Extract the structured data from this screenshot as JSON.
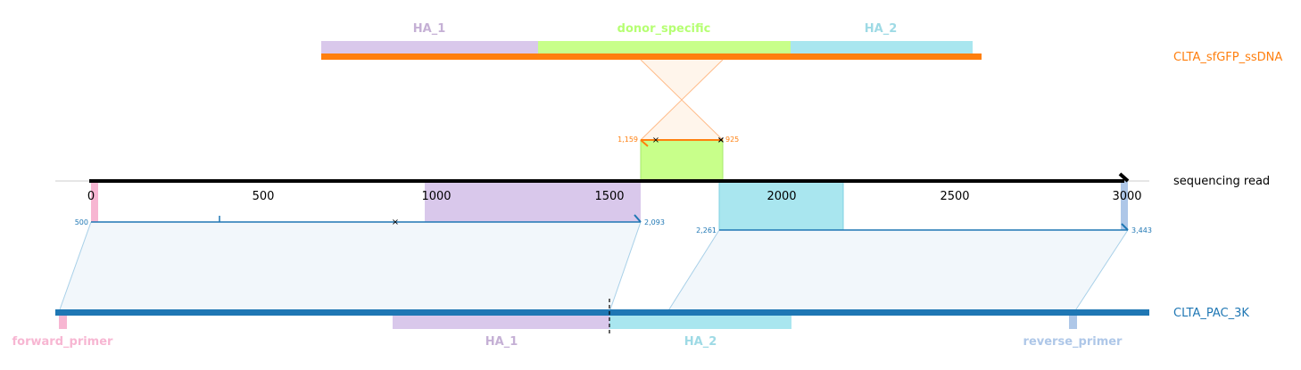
{
  "donor": {
    "name": "CLTA_sfGFP_ssDNA",
    "color": "#ff7f0e",
    "features": [
      {
        "label": "HA_1",
        "color": "#c5b0d5"
      },
      {
        "label": "donor_specific",
        "color": "#b6ff73"
      },
      {
        "label": "HA_2",
        "color": "#9edae5"
      }
    ],
    "alignment": {
      "start_label": "1,159",
      "end_label": "925"
    }
  },
  "read": {
    "name": "sequencing read",
    "color": "#000000",
    "ticks": [
      "0",
      "500",
      "1000",
      "1500",
      "2000",
      "2500",
      "3000"
    ]
  },
  "reference": {
    "name": "CLTA_PAC_3K",
    "color": "#1f77b4",
    "features": [
      {
        "label": "forward_primer",
        "color": "#f7b6d2"
      },
      {
        "label": "HA_1",
        "color": "#c5b0d5"
      },
      {
        "label": "HA_2",
        "color": "#9edae5"
      },
      {
        "label": "reverse_primer",
        "color": "#aec7e8"
      }
    ],
    "alignment_1": {
      "start_label": "500",
      "end_label": "2,093"
    },
    "alignment_2": {
      "start_label": "2,261",
      "end_label": "3,443"
    }
  }
}
